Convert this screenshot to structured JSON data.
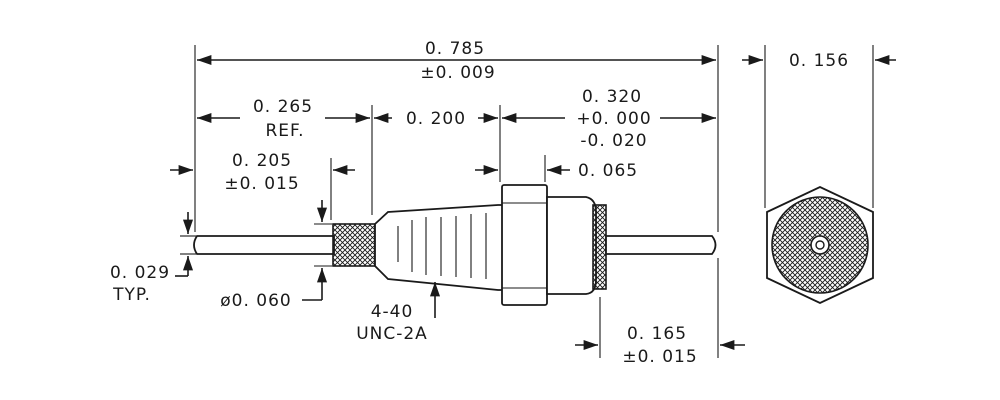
{
  "drawing": {
    "line_color": "#1a1a1a",
    "background": "#ffffff",
    "dimensions": {
      "overall_length": {
        "value": "0. 785",
        "tolerance": "±0. 009"
      },
      "ref_length": {
        "value": "0. 265",
        "note": "REF."
      },
      "thread_length": {
        "value": "0. 200"
      },
      "rear_length": {
        "value": "0. 320",
        "tol_plus": "+0. 000",
        "tol_minus": "-0. 020"
      },
      "knurl_length": {
        "value": "0. 205",
        "tolerance": "±0. 015"
      },
      "flange_thickness": {
        "value": "0. 065"
      },
      "pin_diameter": {
        "value": "0. 029",
        "note": "TYP."
      },
      "knurl_diameter": {
        "value": "ø0. 060"
      },
      "thread_spec": {
        "line1": "4-40",
        "line2": "UNC-2A"
      },
      "tail_length": {
        "value": "0. 165",
        "tolerance": "±0. 015"
      },
      "hex_across_flats": {
        "value": "0. 156"
      }
    }
  }
}
